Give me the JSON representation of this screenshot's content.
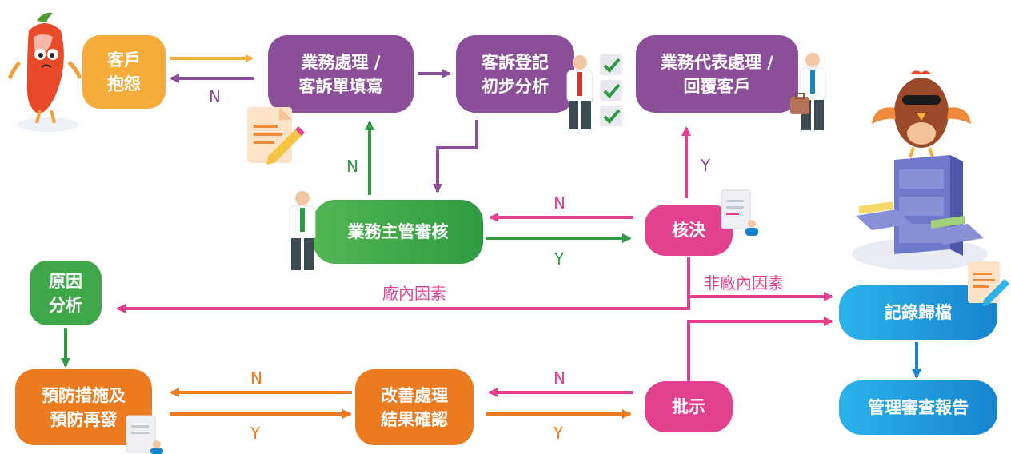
{
  "nodes": {
    "customer_complaint": "客戶\n抱怨",
    "sales_handling": "業務處理 /\n客訴單填寫",
    "complaint_registration": "客訴登記\n初步分析",
    "rep_handling": "業務代表處理 /\n回覆客戶",
    "supervisor_review": "業務主管審核",
    "approval": "核決",
    "cause_analysis": "原因\n分析",
    "record_archive": "記錄歸檔",
    "prevention": "預防措施及\n預防再發",
    "improvement_confirm": "改善處理\n結果確認",
    "instruction": "批示",
    "management_report": "管理審查報告"
  },
  "labels": {
    "n_customer": "N",
    "n_supervisor": "N",
    "y_approval": "Y",
    "n_approval": "N",
    "y_supervisor": "Y",
    "internal": "廠內因素",
    "external": "非廠內因素",
    "n_prevention": "N",
    "y_prevention": "Y",
    "n_instruction": "N",
    "y_instruction": "Y"
  },
  "colors": {
    "purple": "#8b4e99",
    "light_orange": "#f6ac3a",
    "green": "#2f9b43",
    "pink": "#e3418f",
    "orange": "#ec7a1f",
    "blue": "#1784cf"
  },
  "icons": [
    "chili-mascot-icon",
    "document-pencil-icon",
    "businessman-icon",
    "checklist-icon",
    "businessman-briefcase-icon",
    "file-person-icon",
    "owl-mascot-icon",
    "filing-cabinet-icon"
  ]
}
